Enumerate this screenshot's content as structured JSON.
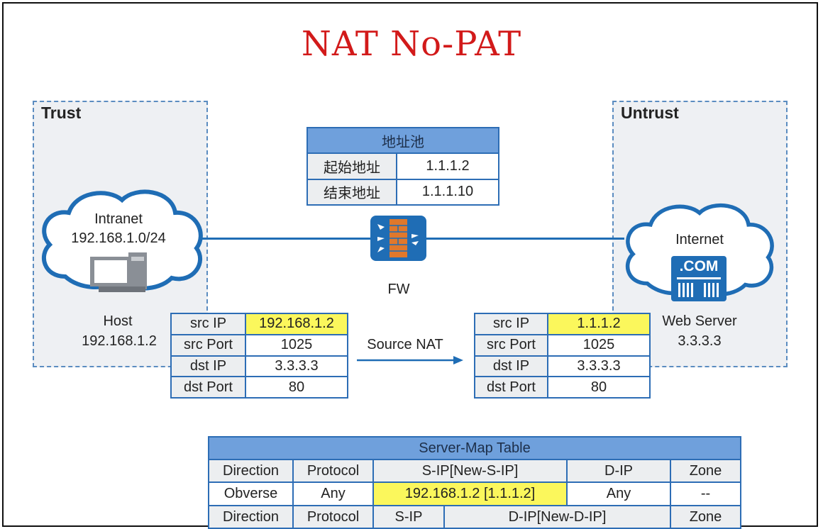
{
  "title": "NAT No-PAT",
  "zones": {
    "trust": "Trust",
    "untrust": "Untrust"
  },
  "pool": {
    "header": "地址池",
    "rows": [
      {
        "label": "起始地址",
        "value": "1.1.1.2"
      },
      {
        "label": "结束地址",
        "value": "1.1.1.10"
      }
    ]
  },
  "intranet": {
    "name": "Intranet",
    "subnet": "192.168.1.0/24"
  },
  "internet": {
    "name": "Internet",
    "badge": ".COM"
  },
  "host": {
    "name": "Host",
    "ip": "192.168.1.2"
  },
  "server": {
    "name": "Web Server",
    "ip": "3.3.3.3"
  },
  "fw_label": "FW",
  "nat_label": "Source NAT",
  "packet_before": [
    {
      "k": "src IP",
      "v": "192.168.1.2"
    },
    {
      "k": "src Port",
      "v": "1025"
    },
    {
      "k": "dst IP",
      "v": "3.3.3.3"
    },
    {
      "k": "dst Port",
      "v": "80"
    }
  ],
  "packet_after": [
    {
      "k": "src IP",
      "v": "1.1.1.2"
    },
    {
      "k": "src Port",
      "v": "1025"
    },
    {
      "k": "dst IP",
      "v": "3.3.3.3"
    },
    {
      "k": "dst Port",
      "v": "80"
    }
  ],
  "server_map": {
    "title": "Server-Map Table",
    "headers": [
      "Direction",
      "Protocol",
      "S-IP[New-S-IP]",
      "D-IP",
      "Zone"
    ],
    "row": [
      "Obverse",
      "Any",
      "192.168.1.2 [1.1.1.2]",
      "Any",
      "--"
    ],
    "headers2": [
      "Direction",
      "Protocol",
      "S-IP",
      "D-IP[New-D-IP]",
      "Zone"
    ]
  },
  "colors": {
    "title": "#d21a1a",
    "line": "#1f6db5",
    "highlight": "#fbf75c",
    "header": "#6fa0dc"
  }
}
